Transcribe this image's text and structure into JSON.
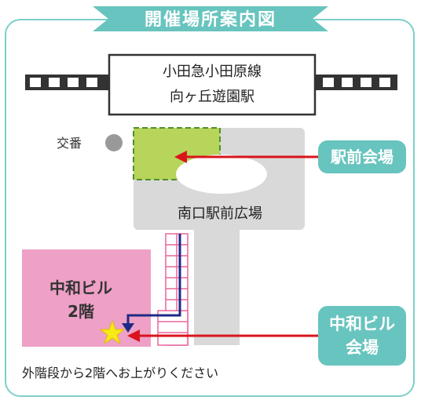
{
  "title": "開催場所案内図",
  "station": {
    "line": "小田急小田原線",
    "name": "向ヶ丘遊園駅"
  },
  "landmarks": {
    "police_box": "交番",
    "plaza": "南口駅前広場"
  },
  "building": {
    "name": "中和ビル",
    "floor": "2階"
  },
  "venues": {
    "ekimae": "駅前会場",
    "nakawa_line1": "中和ビル",
    "nakawa_line2": "会場"
  },
  "note": "外階段から2階へお上がりください",
  "colors": {
    "frame": "#7ccfc7",
    "tag": "#68c4be",
    "plaza_gray": "#d9d9d9",
    "ekimae_green": "#b7d55a",
    "building_pink": "#eea0c6",
    "stairs_pink": "#e8669c",
    "arrow_red": "#d9141c",
    "path_navy": "#1f2a86",
    "star_yellow": "#f7ea16",
    "track_black": "#333333"
  }
}
